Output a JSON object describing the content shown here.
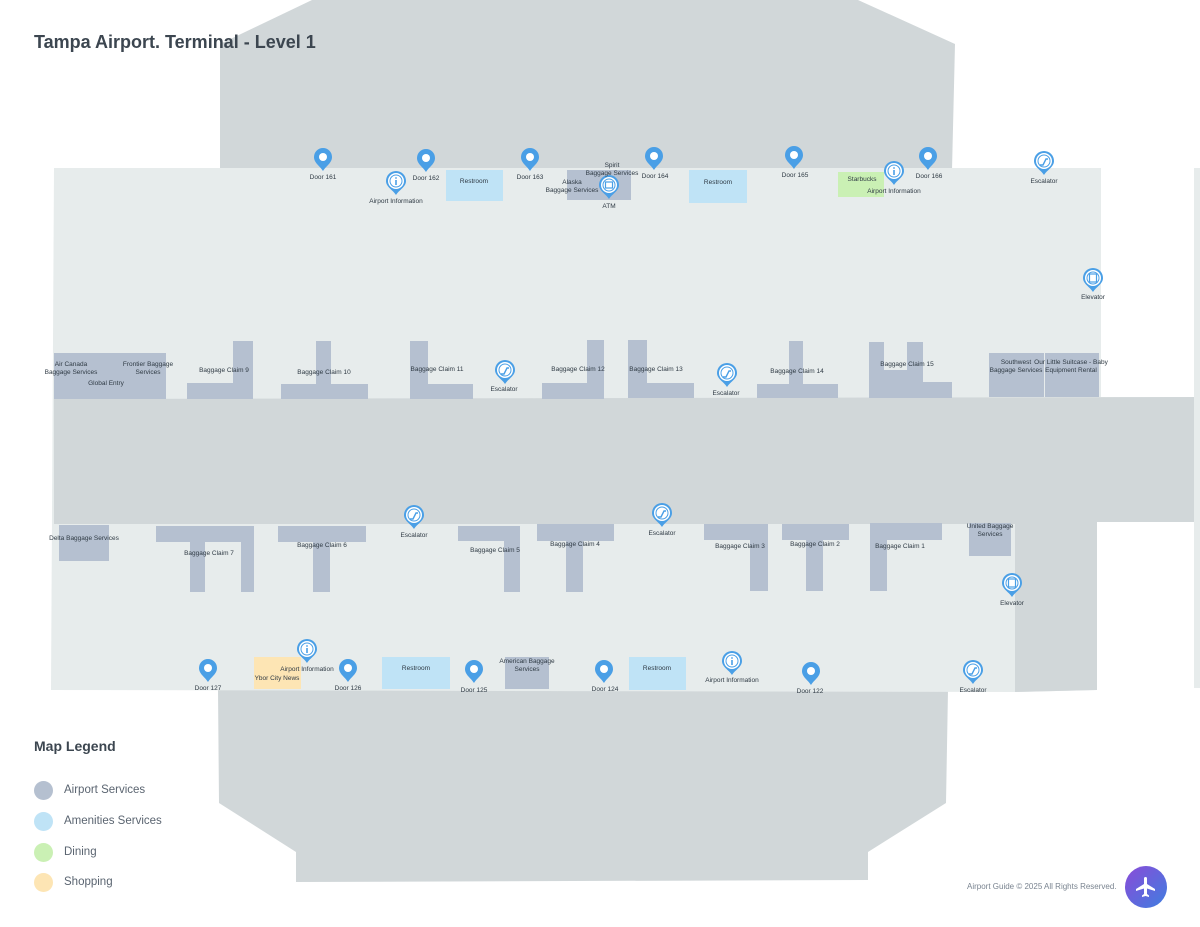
{
  "title": "Tampa Airport. Terminal  - Level 1",
  "colors": {
    "airport_services": "#b5c0d0",
    "amenities": "#bfe3f6",
    "dining": "#caf0b4",
    "shopping": "#fde5b4",
    "pin": "#4a9fe6",
    "floor": "#e7ecec",
    "walkway": "#d1d7d9"
  },
  "labels": {
    "door_161": "Door 161",
    "door_162": "Door 162",
    "door_163": "Door 163",
    "door_164": "Door 164",
    "door_165": "Door 165",
    "door_166": "Door 166",
    "door_127": "Door 127",
    "door_126": "Door 126",
    "door_125": "Door 125",
    "door_124": "Door 124",
    "door_122": "Door 122",
    "info_top1": "Airport Information",
    "info_top2": "Airport Information",
    "info_bot1": "Airport Information",
    "info_bot2": "Airport Information",
    "restroom_t1": "Restroom",
    "restroom_t2": "Restroom",
    "restroom_b1": "Restroom",
    "restroom_b2": "Restroom",
    "spirit": [
      "Spirit",
      "Baggage Services"
    ],
    "alaska": [
      "Alaska",
      "Baggage Services"
    ],
    "atm": "ATM",
    "starbucks": "Starbucks",
    "escalator_t": "Escalator",
    "elevator_t": "Elevator",
    "elevator_b": "Elevator",
    "air_canada": [
      "Air Canada",
      "Baggage Services"
    ],
    "frontier": [
      "Frontier Baggage",
      "Services"
    ],
    "global_entry": "Global Entry",
    "bc9": "Baggage Claim 9",
    "bc10": "Baggage Claim 10",
    "bc11": "Baggage Claim 11",
    "esc_u1": "Escalator",
    "bc12": "Baggage Claim 12",
    "bc13": "Baggage Claim 13",
    "esc_u2": "Escalator",
    "bc14": "Baggage Claim 14",
    "bc15": "Baggage Claim 15",
    "southwest": [
      "Southwest",
      "Baggage Services"
    ],
    "little_suitcase": [
      "Our Little Suitcase - Baby",
      "Equipment Rental"
    ],
    "delta": "Delta Baggage Services",
    "bc7": "Baggage Claim 7",
    "bc6": "Baggage Claim 6",
    "esc_l1": "Escalator",
    "bc5": "Baggage Claim 5",
    "bc4": "Baggage Claim 4",
    "esc_l2": "Escalator",
    "bc3": "Baggage Claim 3",
    "bc2": "Baggage Claim 2",
    "bc1": "Baggage Claim 1",
    "united": [
      "United Baggage",
      "Services"
    ],
    "ybor": "Ybor City News",
    "american": [
      "American Baggage",
      "Services"
    ],
    "esc_b": "Escalator"
  },
  "legend": {
    "title": "Map Legend",
    "items": [
      {
        "label": "Airport Services",
        "color": "#b5c0d0"
      },
      {
        "label": "Amenities Services",
        "color": "#bfe3f6"
      },
      {
        "label": "Dining",
        "color": "#caf0b4"
      },
      {
        "label": "Shopping",
        "color": "#fde5b4"
      }
    ]
  },
  "copyright": "Airport Guide © 2025 All Rights Reserved."
}
